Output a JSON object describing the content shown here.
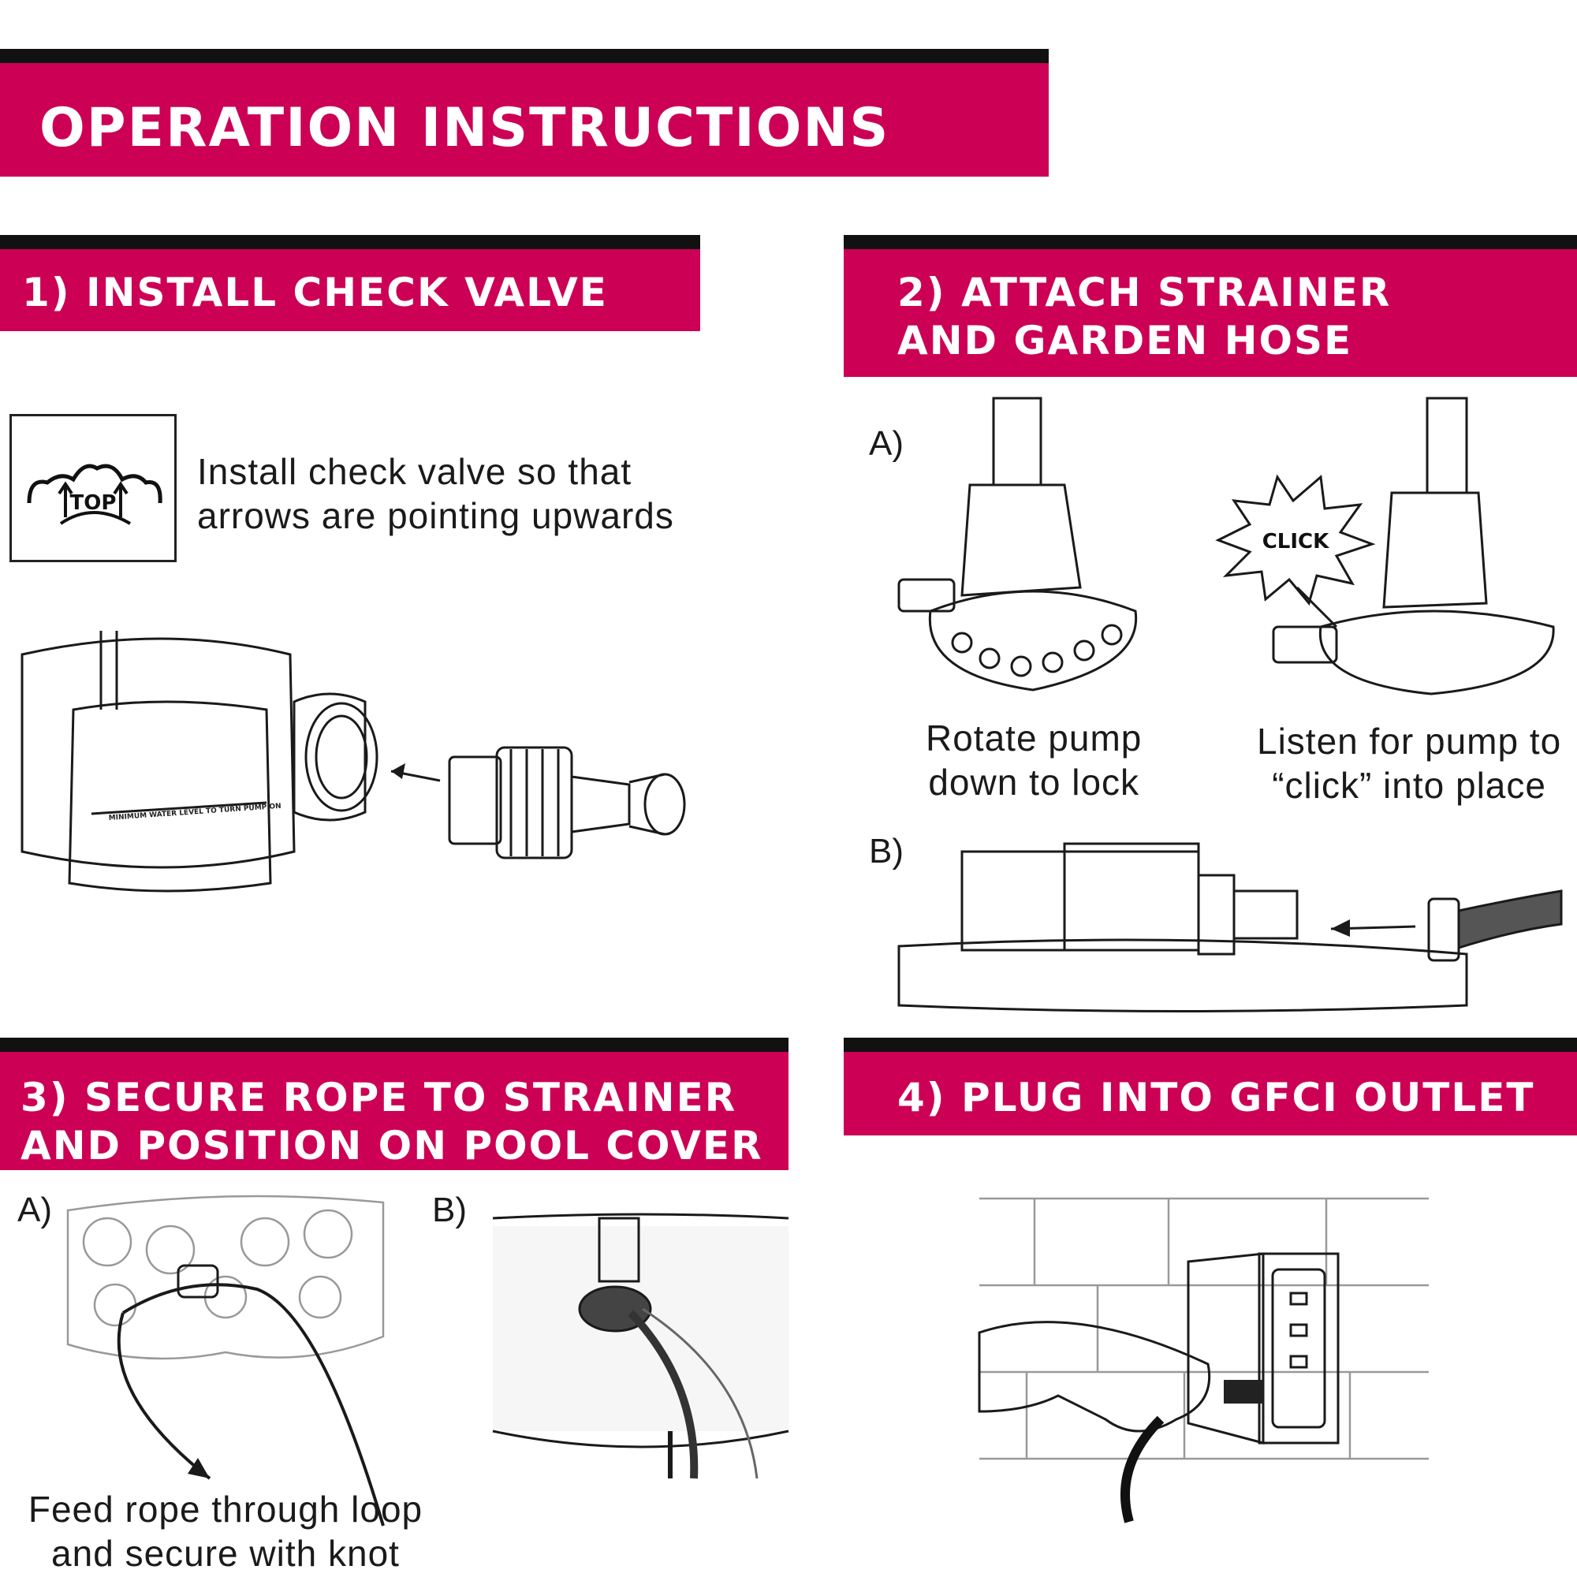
{
  "main_header": {
    "title": "OPERATION INSTRUCTIONS"
  },
  "steps": [
    {
      "title_lines": [
        "1) INSTALL CHECK VALVE"
      ],
      "icon_text": "TOP",
      "caption_lines": [
        "Install check valve so that",
        "arrows are pointing upwards"
      ],
      "pump_label": "MINIMUM WATER LEVEL TO TURN PUMP ON"
    },
    {
      "title_lines": [
        "2) ATTACH STRAINER",
        "AND GARDEN HOSE"
      ],
      "label_a": "A)",
      "label_b": "B)",
      "caption_left_lines": [
        "Rotate pump",
        "down to lock"
      ],
      "caption_right_lines": [
        "Listen for pump to",
        "“click” into place"
      ],
      "burst_text": "CLICK"
    },
    {
      "title_lines": [
        "3) SECURE ROPE TO STRAINER",
        "AND POSITION ON POOL COVER"
      ],
      "label_a": "A)",
      "label_b": "B)",
      "caption_lines": [
        "Feed rope through loop",
        "and secure with knot"
      ]
    },
    {
      "title_lines": [
        "4) PLUG INTO GFCI OUTLET"
      ]
    }
  ],
  "colors": {
    "banner": "#cc0055",
    "banner_top_bar": "#111111",
    "banner_text": "#ffffff"
  }
}
